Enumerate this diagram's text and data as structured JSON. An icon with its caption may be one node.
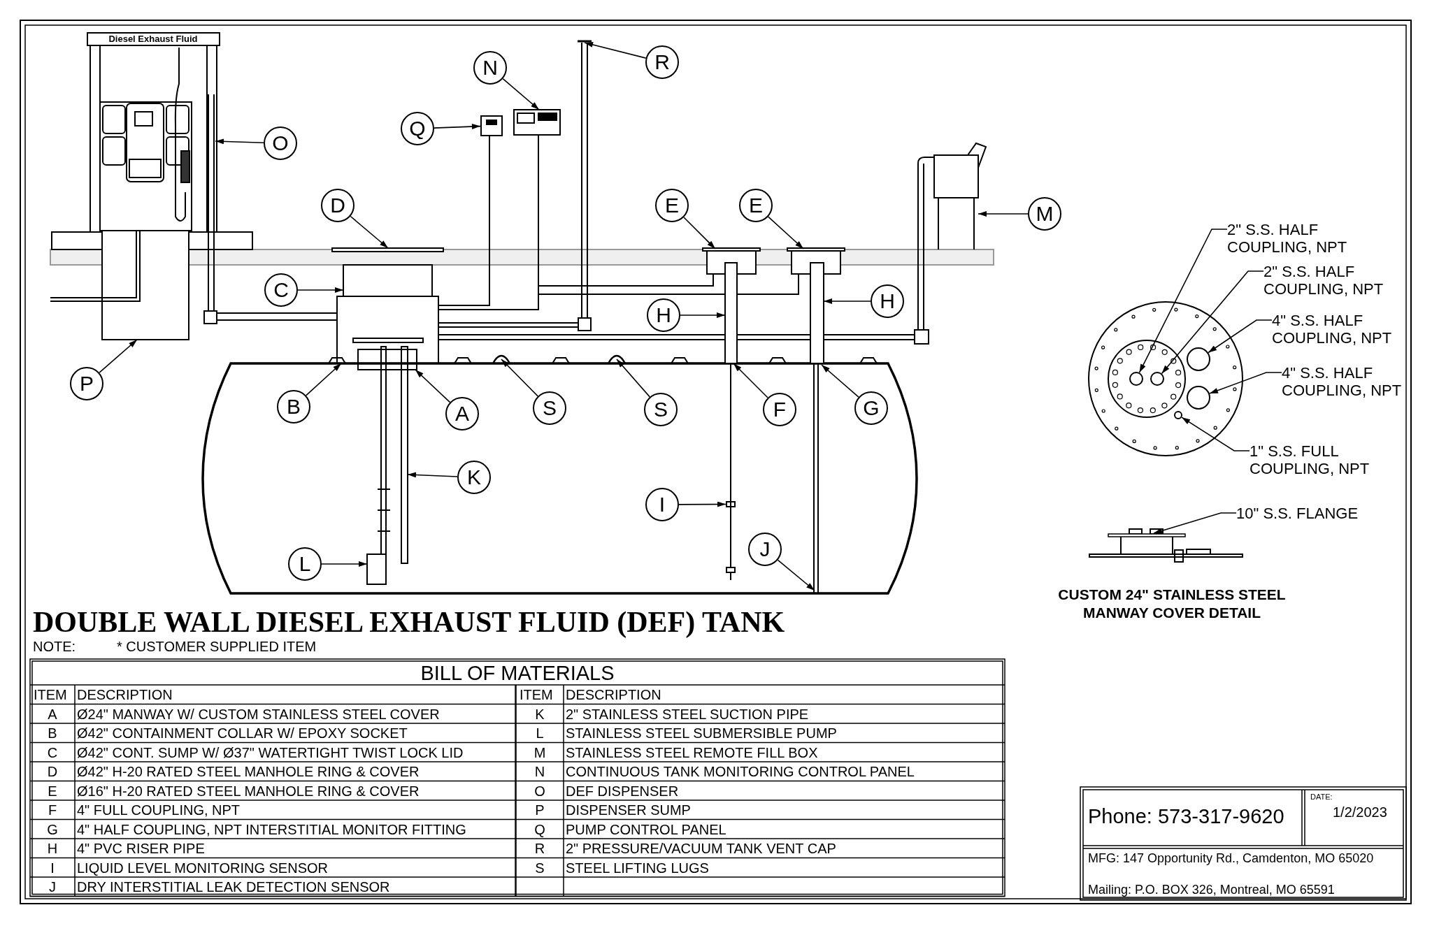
{
  "diagram": {
    "title": "DOUBLE WALL DIESEL EXHAUST FLUID (DEF) TANK",
    "nodes": [
      {
        "text": [
          "N"
        ]
      },
      {
        "text": [
          "R"
        ]
      },
      {
        "text": [
          "Q"
        ]
      },
      {
        "text": [
          "O"
        ]
      },
      {
        "text": [
          "D"
        ]
      },
      {
        "text": [
          "E"
        ]
      },
      {
        "text": [
          "E"
        ]
      },
      {
        "text": [
          "M"
        ]
      },
      {
        "text": [
          "C"
        ]
      },
      {
        "text": [
          "H"
        ]
      },
      {
        "text": [
          "H"
        ]
      },
      {
        "text": [
          "P"
        ]
      },
      {
        "text": [
          "B"
        ]
      },
      {
        "text": [
          "A"
        ]
      },
      {
        "text": [
          "S"
        ]
      },
      {
        "text": [
          "S"
        ]
      },
      {
        "text": [
          "F"
        ]
      },
      {
        "text": [
          "G"
        ]
      },
      {
        "text": [
          "K"
        ]
      },
      {
        "text": [
          "I"
        ]
      },
      {
        "text": [
          "J"
        ]
      },
      {
        "text": [
          "L"
        ]
      },
      {
        "text": [
          "2\" S.S. HALF COUPLING, NPT"
        ]
      },
      {
        "text": [
          "2\" S.S. HALF COUPLING, NPT"
        ]
      },
      {
        "text": [
          "4\" S.S. HALF COUPLING, NPT"
        ]
      },
      {
        "text": [
          "4\" S.S. HALF COUPLING, NPT"
        ]
      },
      {
        "text": [
          "1\" S.S. FULL COUPLING, NPT"
        ]
      },
      {
        "text": [
          "10\" S.S. FLANGE"
        ]
      },
      {
        "text": [],
        "shape": "box"
      },
      {
        "text": [],
        "shape": "box"
      },
      {
        "text": [],
        "shape": "circle"
      },
      {
        "text": [],
        "shape": "circle"
      },
      {
        "text": [],
        "shape": "circle"
      },
      {
        "text": [],
        "shape": "circle"
      },
      {
        "text": [],
        "shape": "circle"
      },
      {
        "text": [],
        "shape": "bar"
      }
    ],
    "edges": [
      {
        "from": 0,
        "to": null,
        "arrow": "to"
      },
      {
        "from": 1,
        "to": null,
        "arrow": "to"
      },
      {
        "from": 2,
        "to": 28,
        "arrow": "to"
      },
      {
        "from": 3,
        "to": null,
        "arrow": "to"
      },
      {
        "from": 4,
        "to": null,
        "arrow": "to"
      },
      {
        "from": 5,
        "to": null,
        "arrow": "to"
      },
      {
        "from": 6,
        "to": null,
        "arrow": "to"
      },
      {
        "from": 7,
        "to": null,
        "arrow": "to"
      },
      {
        "from": 8,
        "to": null,
        "arrow": "to"
      },
      {
        "from": 9,
        "to": null,
        "arrow": "to"
      },
      {
        "from": 10,
        "to": null,
        "arrow": "to"
      },
      {
        "from": 11,
        "to": null,
        "arrow": "to"
      },
      {
        "from": 12,
        "to": null,
        "arrow": "to"
      },
      {
        "from": 13,
        "to": null,
        "arrow": "to"
      },
      {
        "from": 14,
        "to": null,
        "arrow": "to"
      },
      {
        "from": 15,
        "to": null,
        "arrow": "to"
      },
      {
        "from": 16,
        "to": null,
        "arrow": "to"
      },
      {
        "from": 17,
        "to": null,
        "arrow": "to"
      },
      {
        "from": 18,
        "to": null,
        "arrow": "to"
      },
      {
        "from": 19,
        "to": 29,
        "arrow": "to"
      },
      {
        "from": 20,
        "to": null,
        "arrow": "to"
      },
      {
        "from": 21,
        "to": null,
        "arrow": "to"
      },
      {
        "from": 22,
        "to": 30,
        "arrow": "to"
      },
      {
        "from": 23,
        "to": 31,
        "arrow": "to"
      },
      {
        "from": 24,
        "to": 33,
        "arrow": "to"
      },
      {
        "from": 25,
        "to": 34,
        "arrow": "to"
      },
      {
        "from": 26,
        "to": 32,
        "arrow": "to"
      },
      {
        "from": 27,
        "to": 35,
        "arrow": "to"
      }
    ],
    "labels": [
      "Diesel Exhaust Fluid",
      "CUSTOM 24\" STAINLESS STEEL MANWAY COVER DETAIL",
      "NOTE:",
      "* CUSTOMER SUPPLIED ITEM",
      "BILL OF MATERIALS",
      "ITEM",
      "DESCRIPTION",
      "ITEM",
      "DESCRIPTION",
      "A",
      "Ø24\" MANWAY W/ CUSTOM STAINLESS STEEL COVER",
      "K",
      "2\" STAINLESS STEEL SUCTION PIPE",
      "B",
      "Ø42\" CONTAINMENT COLLAR W/ EPOXY SOCKET",
      "L",
      "STAINLESS STEEL SUBMERSIBLE PUMP",
      "C",
      "Ø42\" CONT. SUMP W/ Ø37\" WATERTIGHT TWIST LOCK LID",
      "M",
      "STAINLESS STEEL REMOTE FILL BOX",
      "D",
      "Ø42\" H-20 RATED STEEL MANHOLE RING & COVER",
      "N",
      "CONTINUOUS TANK MONITORING CONTROL PANEL",
      "E",
      "Ø16\" H-20 RATED STEEL MANHOLE RING & COVER",
      "O",
      "DEF DISPENSER",
      "F",
      "4\" FULL COUPLING, NPT",
      "P",
      "DISPENSER SUMP",
      "G",
      "4\" HALF COUPLING, NPT INTERSTITIAL MONITOR FITTING",
      "Q",
      "PUMP CONTROL PANEL",
      "H",
      "4\" PVC RISER PIPE",
      "R",
      "2\" PRESSURE/VACUUM TANK VENT CAP",
      "I",
      "LIQUID LEVEL MONITORING SENSOR",
      "S",
      "STEEL LIFTING LUGS",
      "J",
      "DRY INTERSTITIAL LEAK DETECTION SENSOR",
      "Phone: 573-317-9620",
      "DATE:",
      "1/2/2023",
      "MFG: 147 Opportunity Rd., Camdenton, MO 65020",
      "Mailing: P.O. BOX 326, Montreal, MO 65591"
    ]
  }
}
